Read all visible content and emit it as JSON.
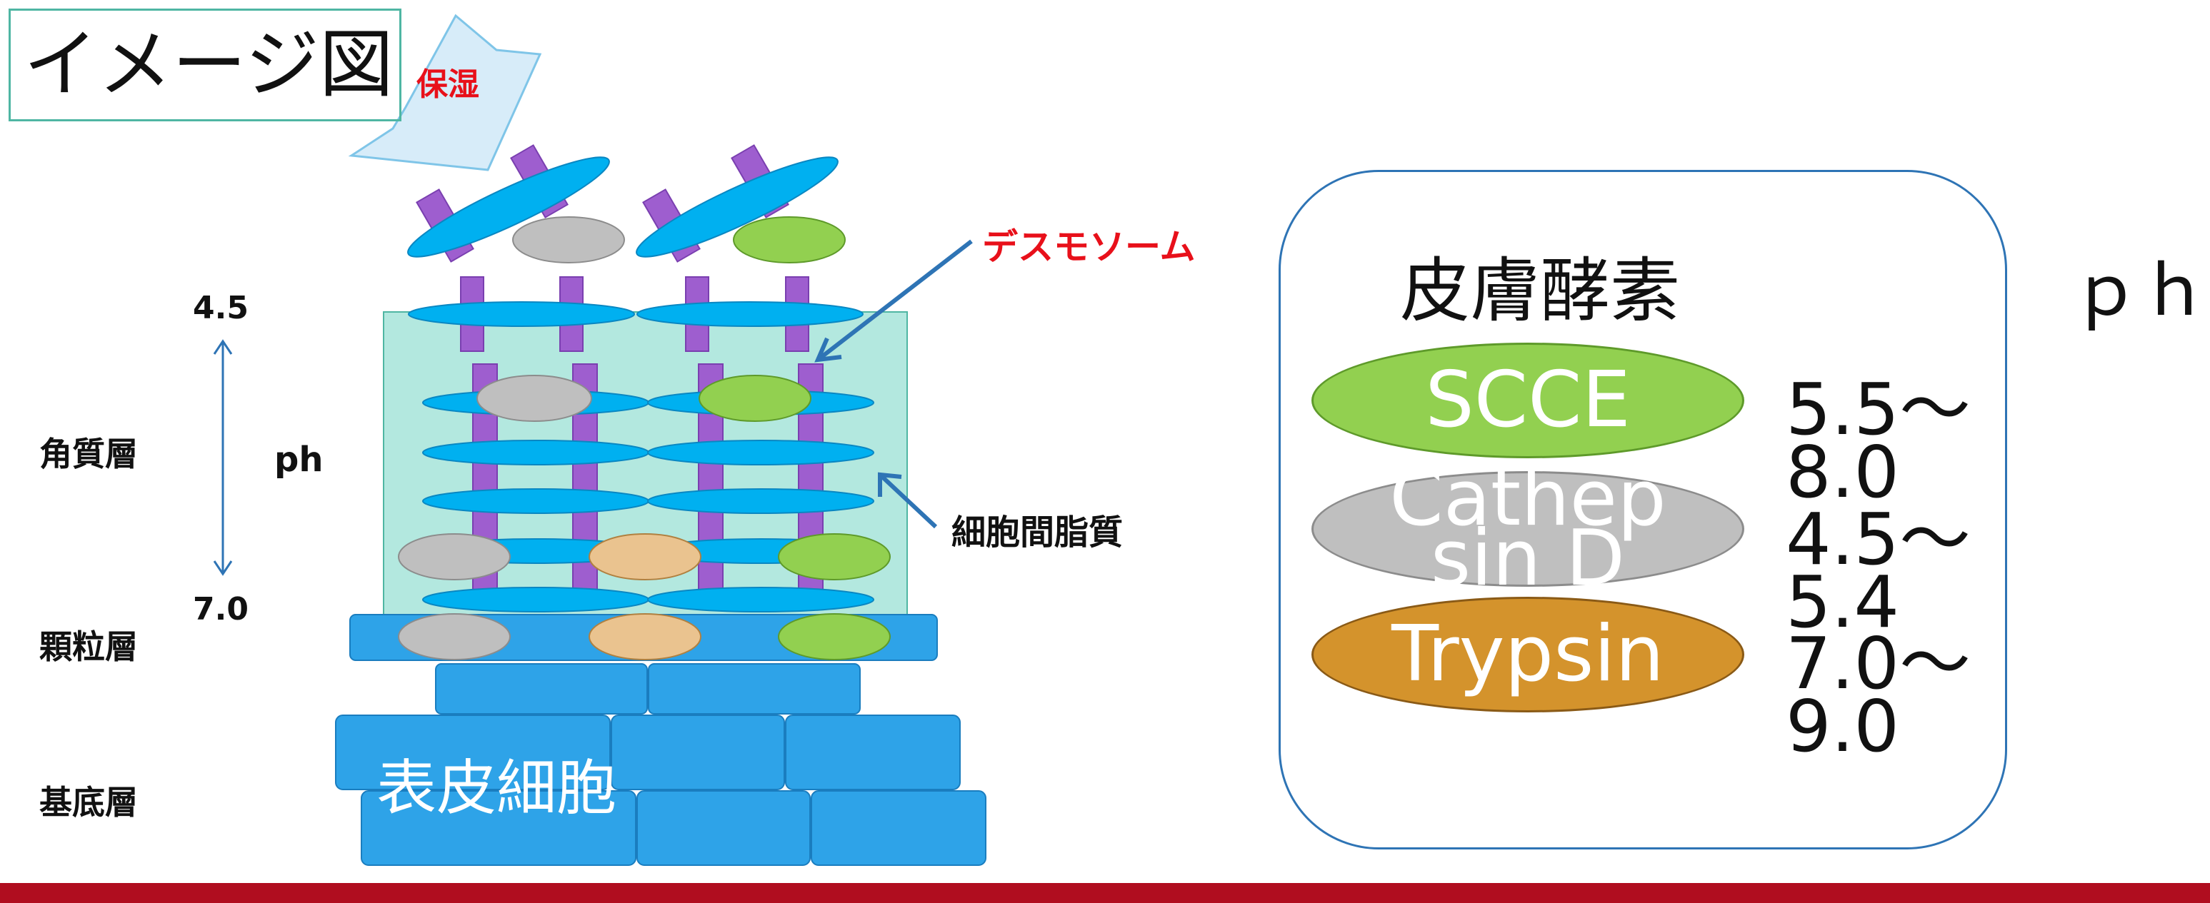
{
  "title": "イメージ図",
  "moisture_label": "保湿",
  "desmosome_label": "デスモソーム",
  "lipid_label": "細胞間脂質",
  "layers": {
    "stratum_corneum": "角質層",
    "stratum_granulosum": "顆粒層",
    "stratum_basale": "基底層"
  },
  "ph_axis": {
    "label": "ph",
    "top_value": "4.5",
    "bottom_value": "7.0"
  },
  "epidermal_cell_label": "表皮細胞",
  "enzymes": {
    "title": "皮膚酵素",
    "ph_header": "ｐｈ",
    "items": [
      {
        "name": "SCCE",
        "ph": "5.5～\n8.0",
        "color": "#92d050"
      },
      {
        "name": "Cathep\nsin D",
        "ph": "4.5～\n5.4",
        "color": "#bfbfbf"
      },
      {
        "name": "Trypsin",
        "ph": "7.0～\n9.0",
        "color": "#d4932c"
      }
    ]
  },
  "colors": {
    "lipid": "#00b0f0",
    "desmosome": "#9e5ecf",
    "cell": "#2ea3e8",
    "corneum_bg": "#b3e8df",
    "footer": "#b00d1f",
    "accent_red": "#e8101a"
  }
}
